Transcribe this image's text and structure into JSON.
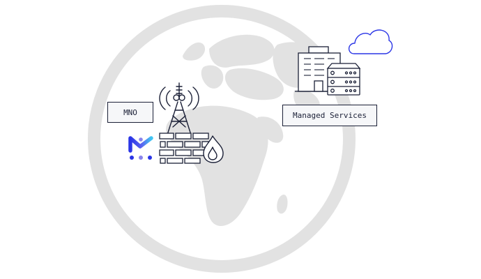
{
  "labels": {
    "mno": "MNO",
    "managed_services": "Managed Services"
  },
  "icons": [
    "globe-background",
    "cell-tower-icon",
    "firewall-icon",
    "flame-icon",
    "office-building-icon",
    "server-rack-icon",
    "cloud-icon",
    "brand-logo"
  ],
  "colors": {
    "globe_fill": "#e2e2e2",
    "stroke": "#1a1f36",
    "cloud": "#2a35e6",
    "logo_primary": "#2a35e6",
    "logo_accent": "#3fc6f2",
    "logo_secondary": "#8a84ec"
  }
}
